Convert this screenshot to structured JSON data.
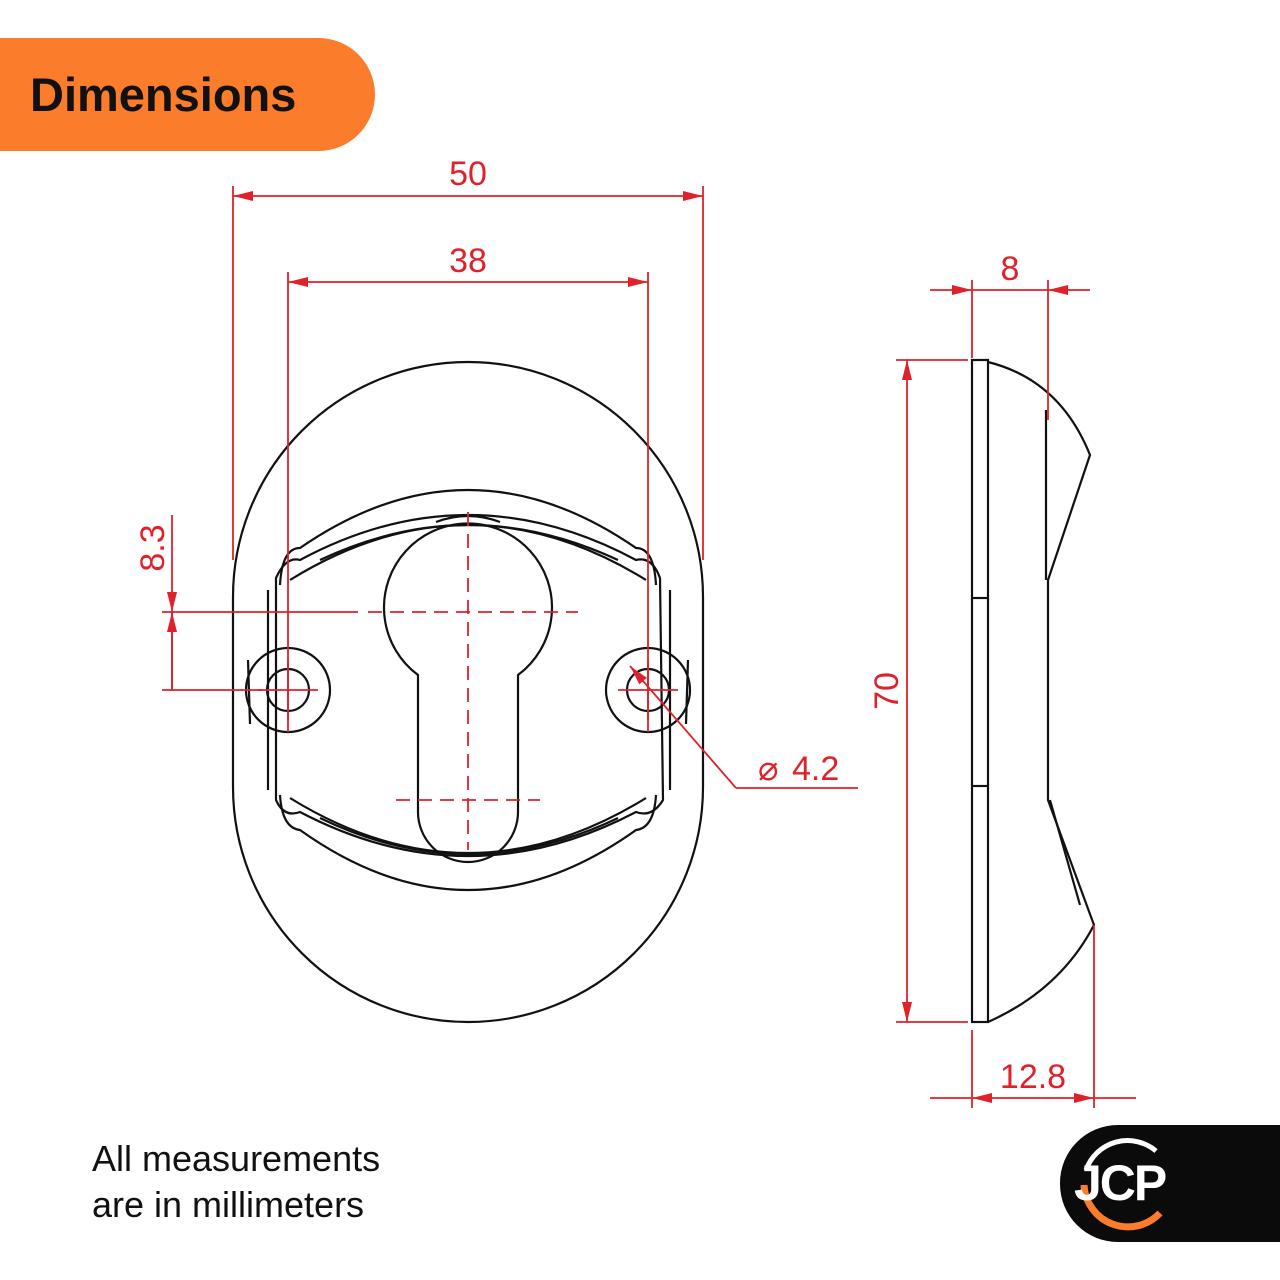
{
  "header": {
    "title": "Dimensions",
    "accent_color": "#FB7C2B"
  },
  "dimensions": {
    "overall_width": "50",
    "mounting_hole_spacing": "38",
    "hole_offset_from_center": "8.3",
    "hole_diameter": "4.2",
    "diameter_symbol": "⌀",
    "overall_height": "70",
    "base_thickness": "8",
    "overall_depth": "12.8"
  },
  "note": {
    "line1": "All measurements",
    "line2": "are in millimeters"
  },
  "logo": {
    "text": "JCP",
    "badge_color": "#0b0b0b",
    "ring_color": "#FB7C2B"
  },
  "colors": {
    "dimension_line": "#E0212B",
    "outline": "#111111"
  }
}
